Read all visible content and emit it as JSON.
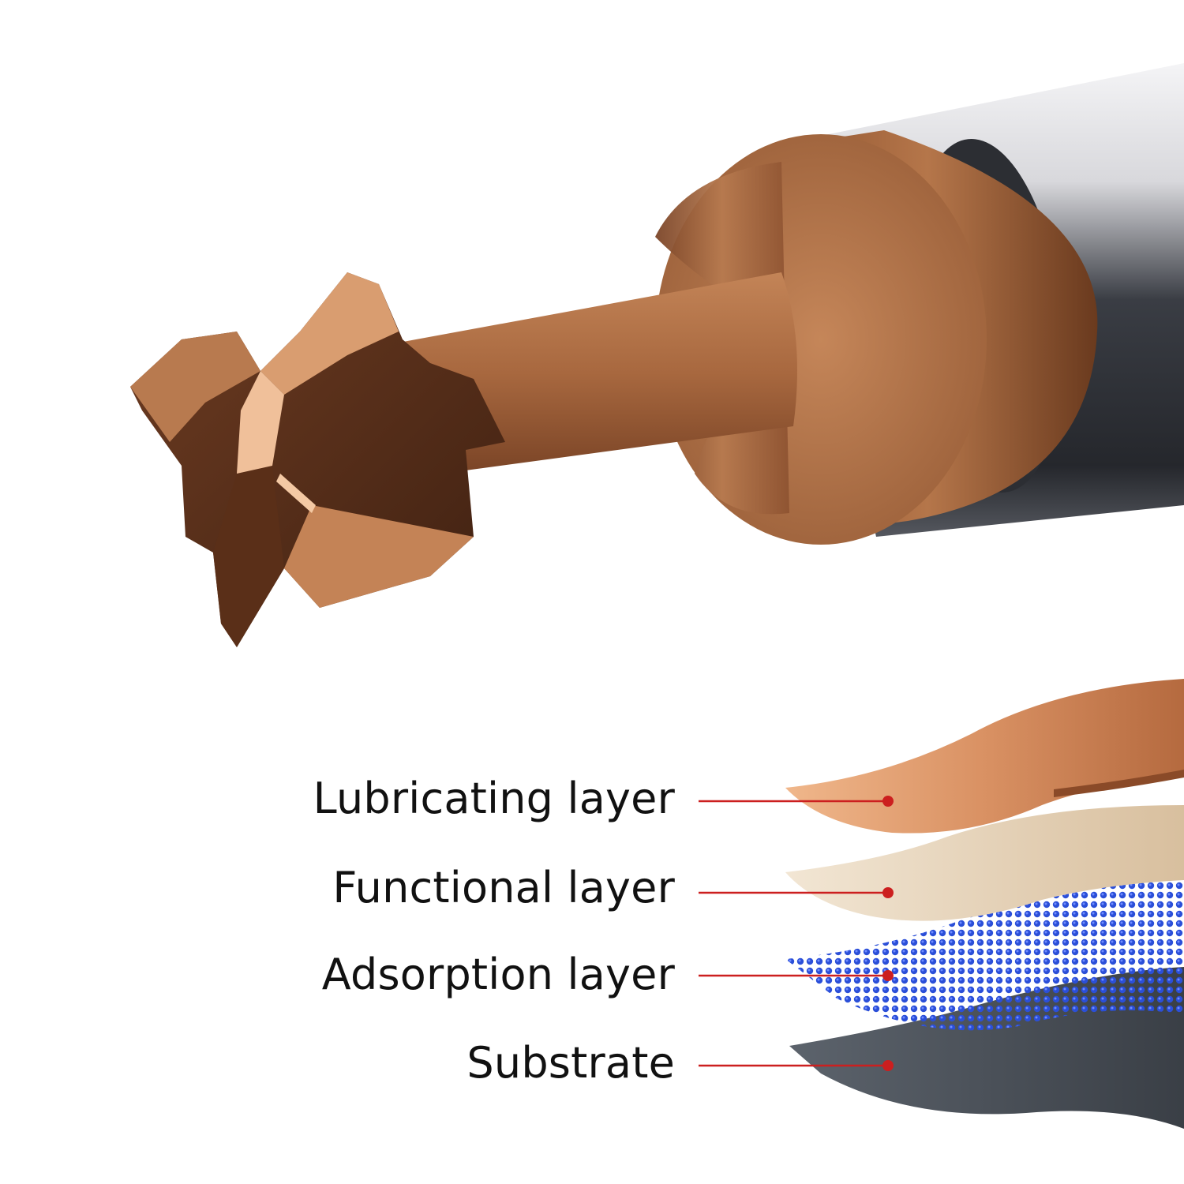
{
  "layers": [
    {
      "label": "Lubricating layer"
    },
    {
      "label": "Functional layer"
    },
    {
      "label": "Adsorption layer"
    },
    {
      "label": "Substrate"
    }
  ],
  "colors": {
    "coating_bronze": "#a8683f",
    "coating_highlight": "#e9b48c",
    "shank_dark": "#3a3d44",
    "shank_light": "#e6e6ea",
    "functional_beige": "#e8d6bd",
    "adsorption_blue": "#2b4fd8",
    "substrate_gray": "#4a5058",
    "leader_red": "#cc1f1f"
  }
}
